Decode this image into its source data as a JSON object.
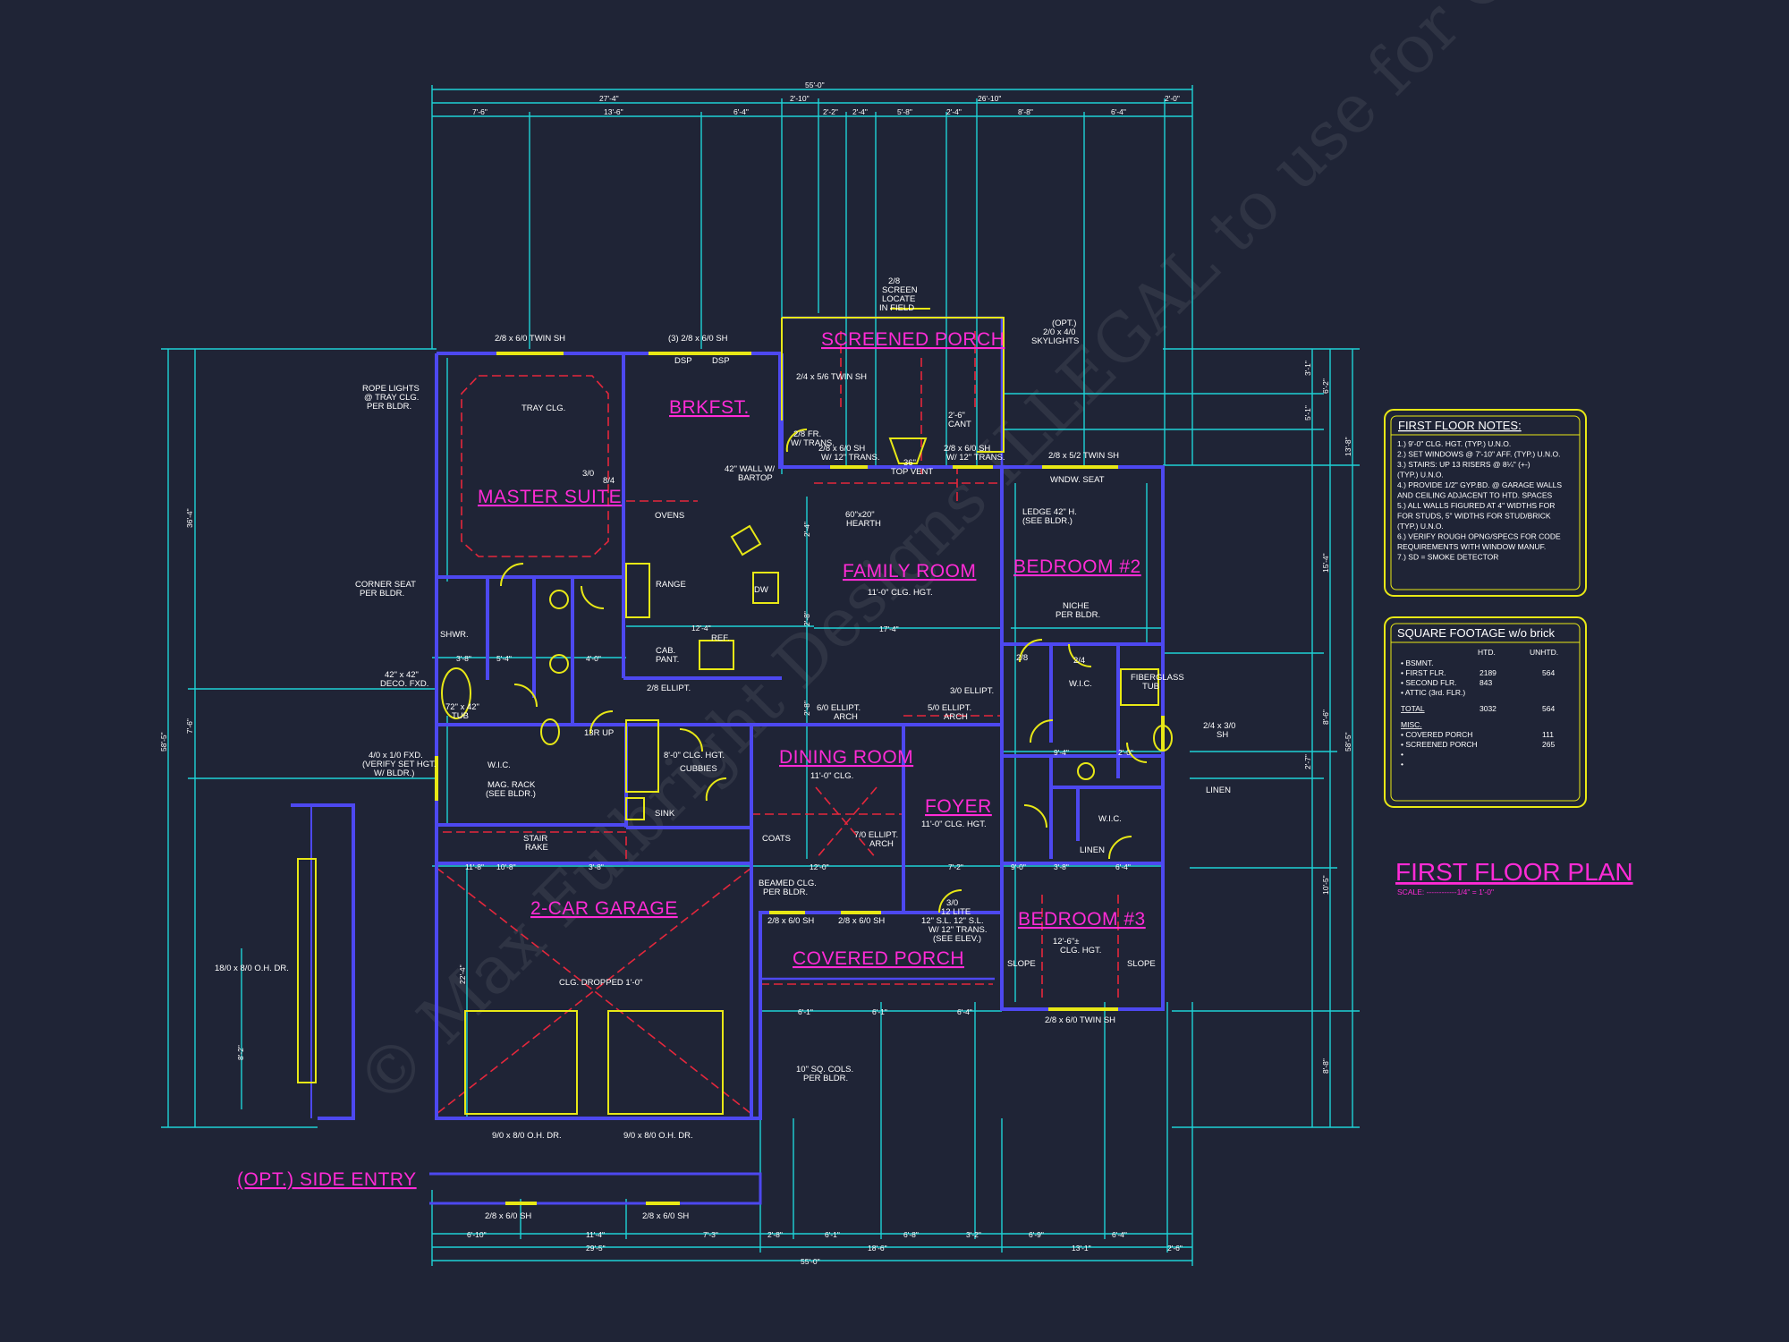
{
  "title": "FIRST FLOOR PLAN",
  "scale": "SCALE: ------------1/4\" = 1'-0\"",
  "watermark": "© Max Fulbright Designs ILLEGAL to use for Construction Maybe Used for Estimating",
  "colors": {
    "background": "#1f2436",
    "dimension": "#1fd2d6",
    "wall": "#4d48f0",
    "room_label": "#ff2bd6",
    "hidden": "#e5273c",
    "fixture": "#e8e816"
  },
  "rooms": {
    "master_suite": "MASTER SUITE",
    "brkfst": "BRKFST.",
    "screened_porch": "SCREENED PORCH",
    "family_room": "FAMILY ROOM",
    "bedroom2": "BEDROOM #2",
    "dining_room": "DINING ROOM",
    "foyer": "FOYER",
    "garage": "2-CAR GARAGE",
    "covered_porch": "COVERED PORCH",
    "bedroom3": "BEDROOM #3",
    "side_entry": "(OPT.) SIDE ENTRY"
  },
  "notes": {
    "rope_lights": [
      "ROPE LIGHTS",
      "@ TRAY CLG.",
      "PER BLDR."
    ],
    "tray_clg": "TRAY CLG.",
    "corner_seat": [
      "CORNER SEAT",
      "PER BLDR."
    ],
    "deco_fxd": [
      "42\" x 42\"",
      "DECO. FXD."
    ],
    "fxd_410": [
      "4/0 x 1/0 FXD.",
      "(VERIFY SET HGT.",
      "W/ BLDR.)"
    ],
    "mag_rack": [
      "MAG. RACK",
      "(SEE BLDR.)"
    ],
    "stair_rake": [
      "STAIR",
      "RAKE"
    ],
    "oh_dr_side": "18/0 x 8/0 O.H. DR.",
    "twin_sh_master": "2/8 x 6/0 TWIN SH",
    "sh_3_brkfst": "(3) 2/8 x 6/0 SH",
    "screen_note": [
      "2/8",
      "SCREEN",
      "LOCATE",
      "IN FIELD"
    ],
    "skylights": [
      "(OPT.)",
      "2/0 x 4/0",
      "SKYLIGHTS"
    ],
    "twin_sh_porch": "2/4 x 5/6 TWIN SH",
    "wall_bartop": [
      "42\" WALL W/",
      "BARTOP"
    ],
    "ovens": "OVENS",
    "range": "RANGE",
    "cab_pant": [
      "CAB.",
      "PANT."
    ],
    "ref": "REF.",
    "dw": "DW",
    "ellipt_28": "2/8 ELLIPT.",
    "hearth": [
      "60\"x20\"",
      "HEARTH"
    ],
    "top_vent": [
      "36\"",
      "TOP VENT"
    ],
    "family_clg": "11'-0\" CLG. HGT.",
    "twin_sh_bed2": "2/8 x 5/2 TWIN SH",
    "wndw_seat": "WNDW. SEAT",
    "ledge": [
      "LEDGE 42\" H.",
      "(SEE BLDR.)"
    ],
    "niche": [
      "NICHE",
      "PER BLDR."
    ],
    "fiberglass_tub": [
      "FIBERGLASS",
      "TUB"
    ],
    "sh_24": [
      "2/4 x 3/0",
      "SH"
    ],
    "linen": "LINEN",
    "linen2": "LINEN",
    "ellipt_60": [
      "6/0 ELLIPT.",
      "ARCH"
    ],
    "ellipt_50": [
      "5/0 ELLIPT.",
      "ARCH"
    ],
    "ellipt_30": "3/0 ELLIPT.",
    "ellipt_70": [
      "7/0 ELLIPT.",
      "ARCH"
    ],
    "laundry_clg": "8'-0\" CLG. HGT.",
    "cubbies": "CUBBIES",
    "sink": "SINK",
    "coats": "COATS",
    "dining_clg": "11'-0\" CLG.",
    "foyer_clg": "11'-0\" CLG. HGT.",
    "beamed_clg": [
      "BEAMED CLG.",
      "PER BLDR."
    ],
    "sh_pair": [
      "2/8 x 6/0 SH",
      "2/8 x 6/0 SH"
    ],
    "front_door": [
      "3/0",
      "12 LITE",
      "12\" S.L.  12\" S.L.",
      "W/ 12\" TRANS.",
      "(SEE ELEV.)"
    ],
    "bed3_clg": [
      "12'-6\"±",
      "CLG. HGT."
    ],
    "slope": [
      "SLOPE",
      "SLOPE"
    ],
    "twin_sh_bed3": "2/8 x 6/0 TWIN SH",
    "clg_dropped": "CLG. DROPPED 1'-0\"",
    "oh_dr": [
      "9/0 x 8/0 O.H. DR.",
      "9/0 x 8/0 O.H. DR."
    ],
    "sq_cols": [
      "10\" SQ. COLS.",
      "PER BLDR."
    ],
    "garage_sh": [
      "2/8 x 6/0 SH",
      "2/8 x 6/0 SH"
    ],
    "wic": [
      "W.I.C.",
      "W.I.C.",
      "W.I.C."
    ],
    "shwr": "SHWR.",
    "tub": [
      "72\" x 42\"",
      "TUB"
    ],
    "up": "13R UP",
    "cant": [
      "2'-6\"",
      "CANT"
    ],
    "trans_l": [
      "2/8 x 6/0 SH",
      "W/ 12\" TRANS."
    ],
    "trans_r": [
      "2/8 x 6/0 SH",
      "W/ 12\" TRANS."
    ],
    "trans_diag": [
      "2/8 FR.",
      "W/ TRANS."
    ]
  },
  "dimensions": {
    "top_total": "55'-0\"",
    "top_row2": [
      "27'-4\"",
      "2'-10\"",
      "26'-10\"",
      "2'-0\""
    ],
    "top_row3": [
      "7'-6\"",
      "13'-6\"",
      "6'-4\"",
      "2'-2\"",
      "2'-4\"",
      "5'-8\"",
      "2'-4\"",
      "8'-8\"",
      "6'-4\""
    ],
    "bottom_total": "55'-0\"",
    "bottom_row2": [
      "29'-5\"",
      "18'-6\"",
      "13'-1\""
    ],
    "bottom_row3": [
      "6'-10\"",
      "11'-4\"",
      "7'-3\"",
      "2'-8\"",
      "6'-1\"",
      "6'-8\"",
      "3'-2\"",
      "6'-9\"",
      "6'-4\"",
      "2'-6\""
    ],
    "left_total": "58'-5\"",
    "left_parts": [
      "36'-4\"",
      "7'-6\""
    ],
    "right_total": "58'-5\"",
    "right_parts": [
      "3'-1\"",
      "6'-2\"",
      "5'-1\"",
      "13'-8\"",
      "15'-4\"",
      "8'-6\"",
      "2'-7\"",
      "10'-5\"",
      "8'-8\""
    ],
    "interior": [
      "11'-8\"",
      "12'-4\"",
      "17'-4\"",
      "10'-8\"",
      "3'-8\"",
      "12'-0\"",
      "7'-2\"",
      "9'-0\"",
      "3'-8\"",
      "6'-4\"",
      "22'-4\"",
      "8'-2\"",
      "6'-1\"",
      "6'-1\"",
      "6'-4\"",
      "9'-4\"",
      "3'-8\"",
      "4'-0\"",
      "5'-4\"",
      "2'-0\"",
      "2'-4\"",
      "2'-8\"",
      "2'-8\""
    ]
  },
  "first_floor_notes": {
    "title": "FIRST FLOOR NOTES:",
    "items": [
      "1.) 9'-0\" CLG. HGT. (TYP.) U.N.O.",
      "2.) SET WINDOWS @ 7'-10\" AFF. (TYP.) U.N.O.",
      "3.) STAIRS: UP 13 RISERS @ 8¼\" (+-)",
      "    (TYP.) U.N.O.",
      "4.) PROVIDE 1/2\" GYP.BD. @ GARAGE WALLS",
      "    AND CEILING ADJACENT TO HTD. SPACES",
      "5.) ALL WALLS FIGURED AT 4\" WIDTHS FOR",
      "    FOR STUDS, 5\" WIDTHS FOR STUD/BRICK",
      "    (TYP.) U.N.O.",
      "6.) VERIFY ROUGH OPNG/SPECS FOR CODE",
      "    REQUIREMENTS WITH WINDOW MANUF.",
      "7.) SD = SMOKE DETECTOR"
    ]
  },
  "square_footage": {
    "title": "SQUARE FOOTAGE w/o brick",
    "headers": [
      "HTD.",
      "UNHTD."
    ],
    "rows": [
      {
        "label": "• BSMNT.",
        "htd": "",
        "unhtd": ""
      },
      {
        "label": "• FIRST FLR.",
        "htd": "2189",
        "unhtd": "564"
      },
      {
        "label": "• SECOND FLR.",
        "htd": "843",
        "unhtd": ""
      },
      {
        "label": "• ATTIC (3rd. FLR.)",
        "htd": "",
        "unhtd": ""
      },
      {
        "label": "TOTAL",
        "htd": "3032",
        "unhtd": "564"
      },
      {
        "label": "MISC.",
        "htd": "",
        "unhtd": ""
      },
      {
        "label": "• COVERED PORCH",
        "htd": "",
        "unhtd": "111"
      },
      {
        "label": "• SCREENED PORCH",
        "htd": "",
        "unhtd": "265"
      },
      {
        "label": "•",
        "htd": "",
        "unhtd": ""
      },
      {
        "label": "•",
        "htd": "",
        "unhtd": ""
      }
    ]
  }
}
